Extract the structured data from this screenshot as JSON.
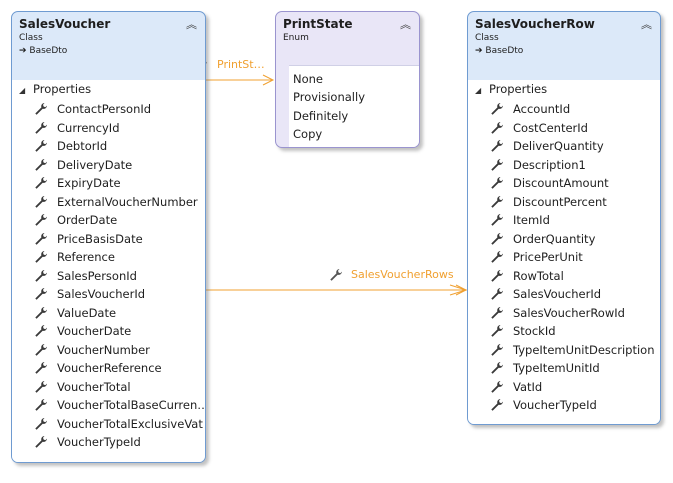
{
  "shapes": {
    "sales_voucher": {
      "title": "SalesVoucher",
      "stereotype": "Class",
      "base": "BaseDto",
      "section_title": "Properties",
      "properties": [
        "ContactPersonId",
        "CurrencyId",
        "DebtorId",
        "DeliveryDate",
        "ExpiryDate",
        "ExternalVoucherNumber",
        "OrderDate",
        "PriceBasisDate",
        "Reference",
        "SalesPersonId",
        "SalesVoucherId",
        "ValueDate",
        "VoucherDate",
        "VoucherNumber",
        "VoucherReference",
        "VoucherTotal",
        "VoucherTotalBaseCurren…",
        "VoucherTotalExclusiveVat",
        "VoucherTypeId"
      ]
    },
    "print_state": {
      "title": "PrintState",
      "stereotype": "Enum",
      "values": [
        "None",
        "Provisionally",
        "Definitely",
        "Copy"
      ]
    },
    "sales_voucher_row": {
      "title": "SalesVoucherRow",
      "stereotype": "Class",
      "base": "BaseDto",
      "section_title": "Properties",
      "properties": [
        "AccountId",
        "CostCenterId",
        "DeliverQuantity",
        "Description1",
        "DiscountAmount",
        "DiscountPercent",
        "ItemId",
        "OrderQuantity",
        "PricePerUnit",
        "RowTotal",
        "SalesVoucherId",
        "SalesVoucherRowId",
        "StockId",
        "TypeItemUnitDescription",
        "TypeItemUnitId",
        "VatId",
        "VoucherTypeId"
      ]
    }
  },
  "connectors": {
    "print_state_label": "PrintSt…",
    "rows_label": "SalesVoucherRows"
  },
  "icons": {
    "collapse": "double-chevron-up-icon",
    "property": "wrench-icon",
    "inherit": "arrow-right-icon",
    "section_toggle": "triangle-down-icon"
  },
  "colors": {
    "class_header": "#dce9f9",
    "enum_header": "#e9e6f7",
    "border": "#6f9bd1",
    "connector": "#f0a030"
  }
}
